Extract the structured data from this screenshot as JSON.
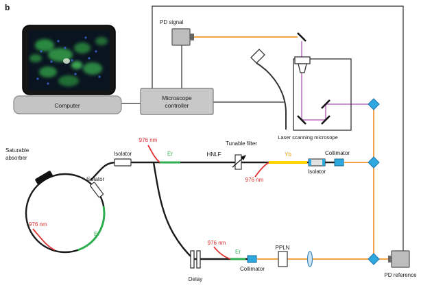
{
  "figure": {
    "panel_label": "b"
  },
  "colors": {
    "beam_orange": "#F2A249",
    "beam_violet": "#CC8FD0",
    "pump_red": "#E03030",
    "er_green": "#2EAE4E",
    "yb_yellow": "#FFD500",
    "yb_label": "#E89B00",
    "dichroic_blue": "#2FA8E0",
    "device_gray": "#C6C6C6",
    "fiber_black": "#1A1A1A"
  },
  "labels": {
    "pd_signal": "PD signal",
    "computer": "Computer",
    "controller_line1": "Microscope",
    "controller_line2": "controller",
    "laser_scanning_microscope": "Laser scanning microsope",
    "saturable_line1": "Saturable",
    "saturable_line2": "absorber",
    "isolator_ring": "Isolator",
    "isolator_oscillator_out": "Isolator",
    "isolator_after_yb": "Isolator",
    "pump_ring": "976 nm",
    "pump_top": "976 nm",
    "pump_mid": "976 nm",
    "pump_bottom": "976 nm",
    "er_ring": "Er",
    "er_top": "Er",
    "er_bottom": "Er",
    "hnlf": "HNLF",
    "tunable_filter": "Tunable filter",
    "yb": "Yb",
    "collimator_top": "Collimator",
    "collimator_bottom": "Collimator",
    "ppln": "PPLN",
    "delay": "Delay",
    "pd_reference": "PD reference"
  }
}
